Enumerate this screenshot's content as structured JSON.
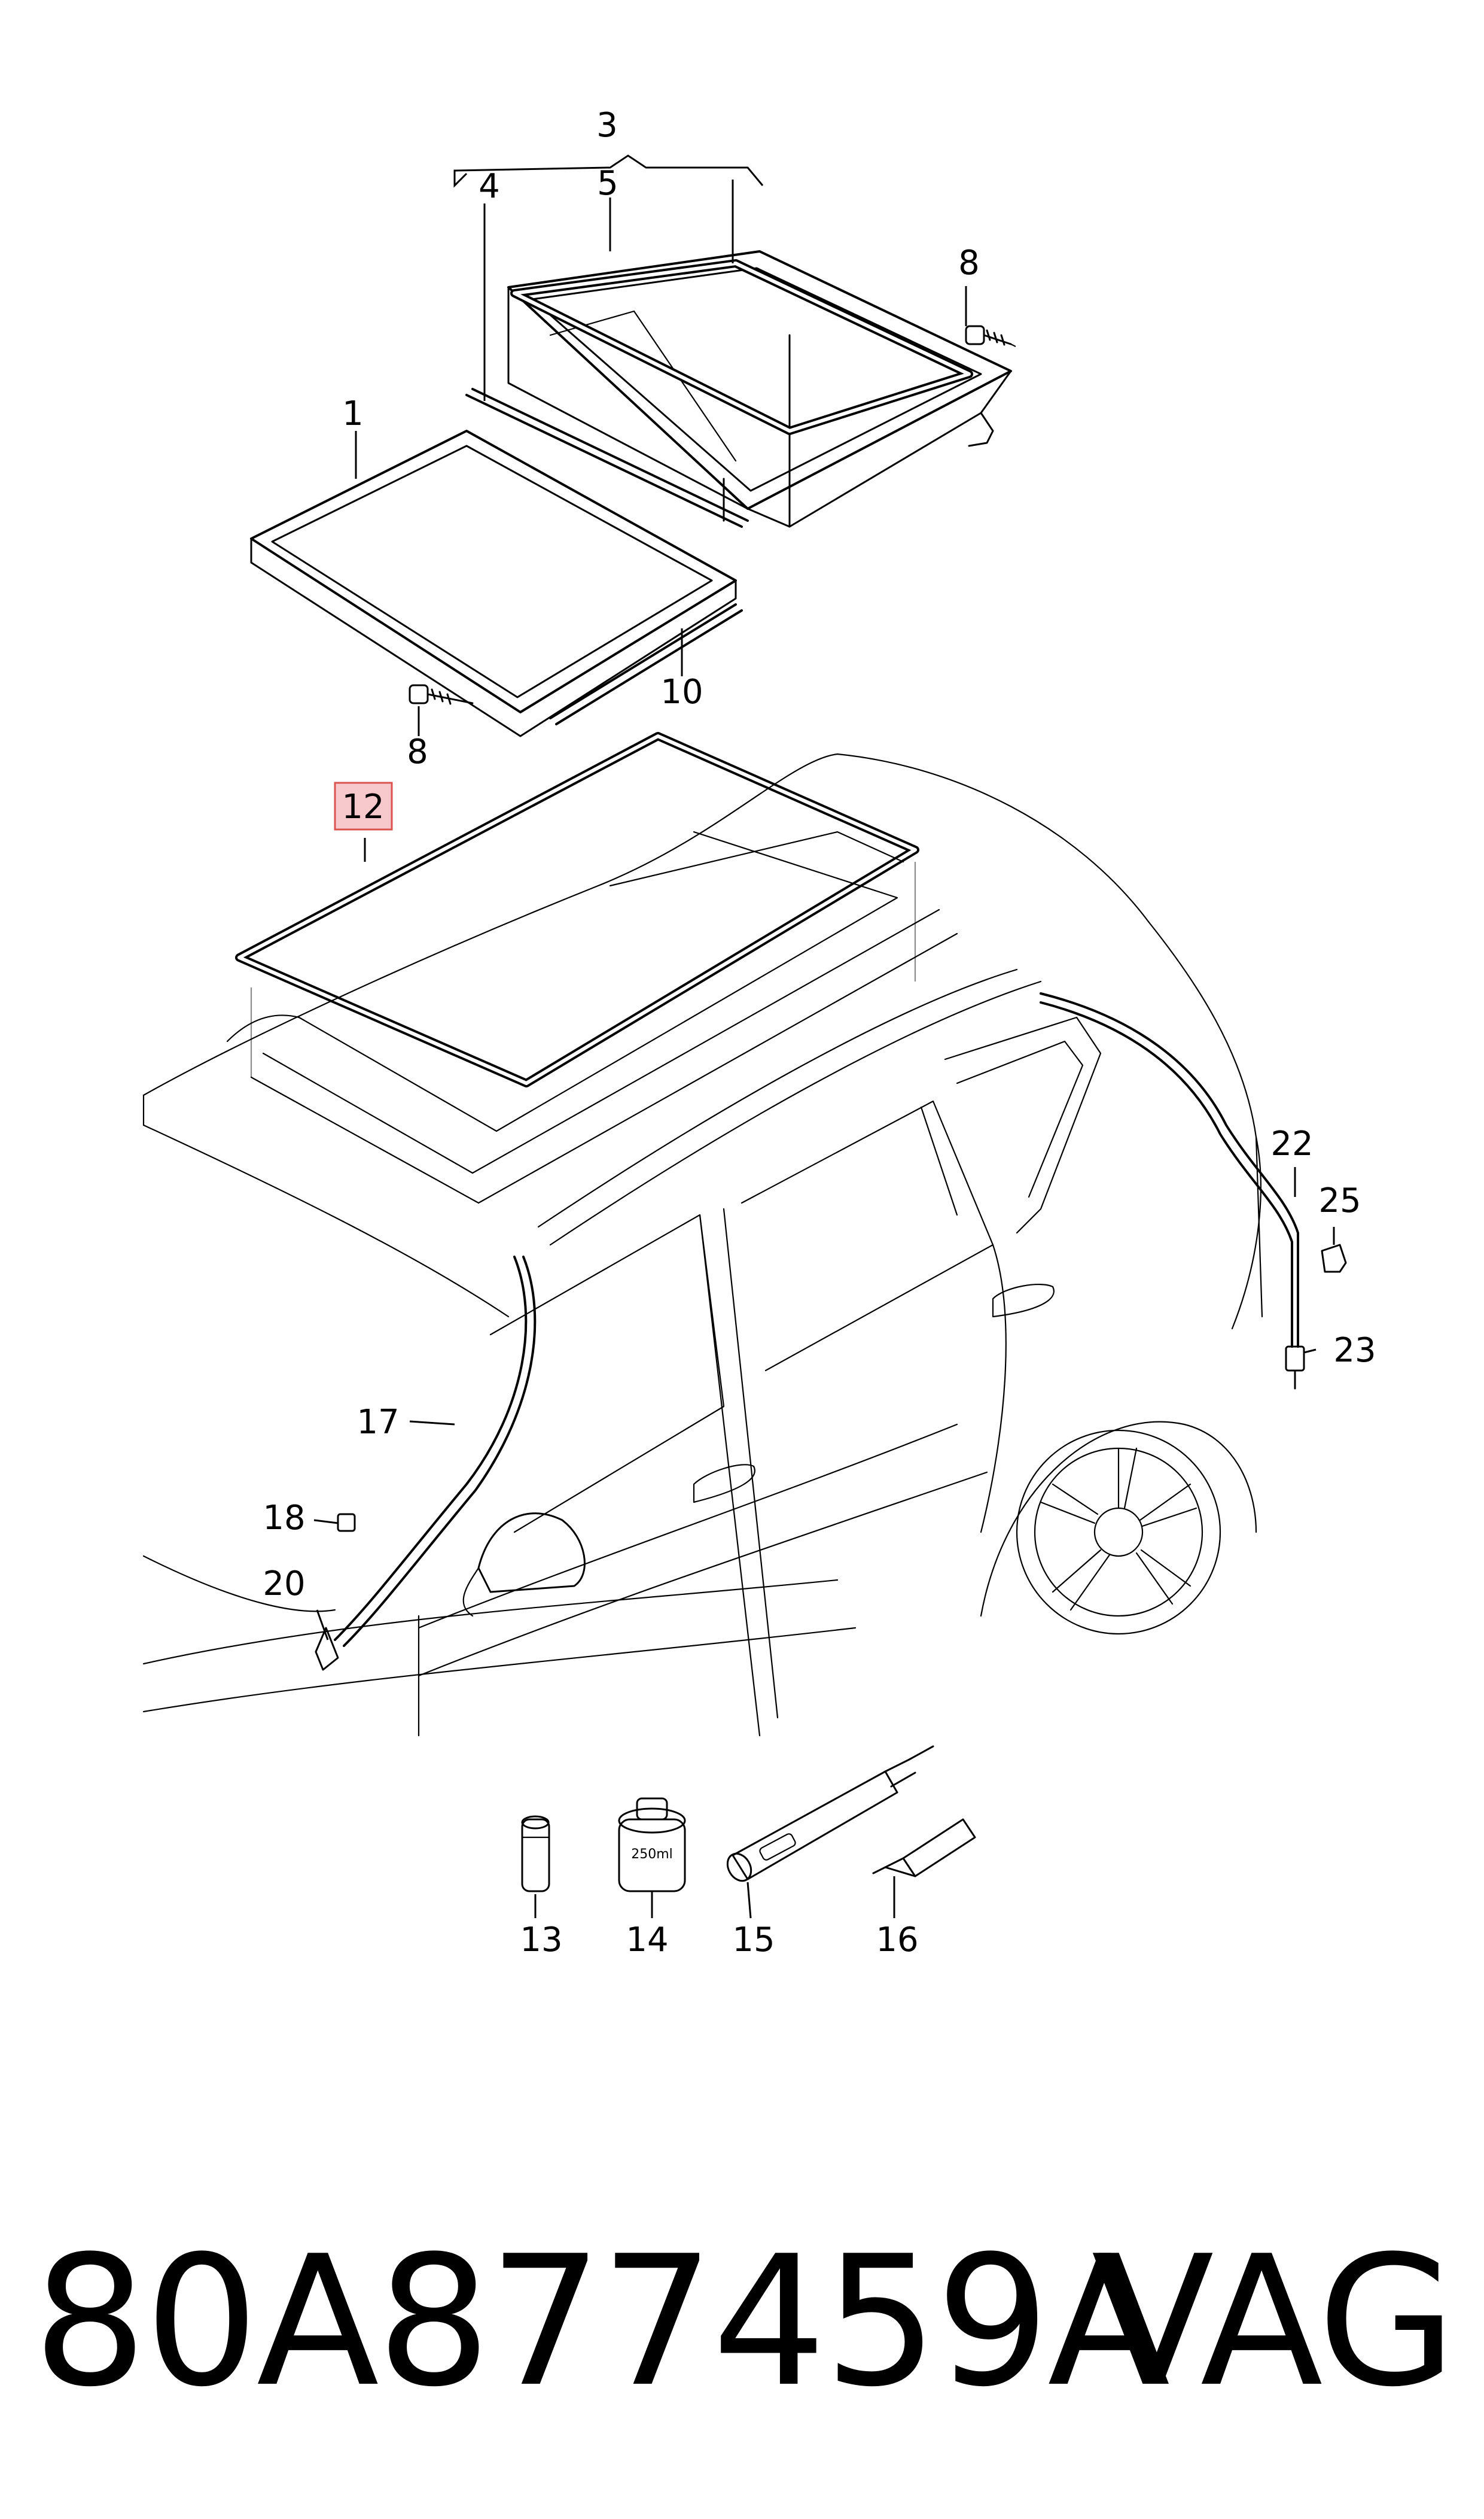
{
  "diagram": {
    "callouts": {
      "c1": "1",
      "c3": "3",
      "c4": "4",
      "c5": "5",
      "c8a": "8",
      "c8b": "8",
      "c10": "10",
      "c12": "12",
      "c13": "13",
      "c14": "14",
      "c15": "15",
      "c16": "16",
      "c17": "17",
      "c18": "18",
      "c20": "20",
      "c22": "22",
      "c23": "23",
      "c25": "25"
    },
    "can_label": "250ml",
    "highlight_color": "#f8c9cc",
    "highlight_border": "#d9534f"
  },
  "footer": {
    "part_number": "80A877459A",
    "brand": "VAG"
  }
}
